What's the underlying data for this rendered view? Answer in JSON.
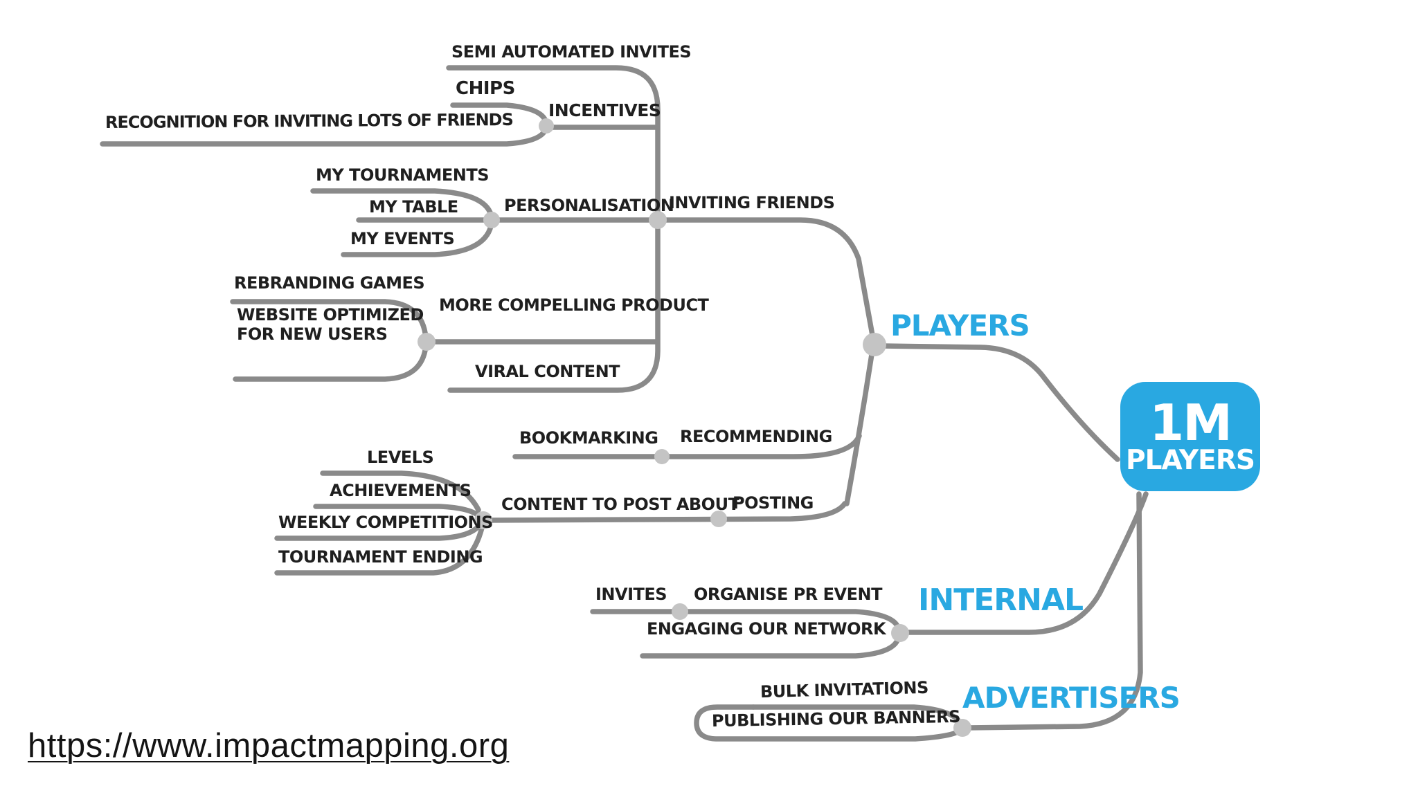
{
  "colors": {
    "accent_blue": "#29a8e1",
    "line_gray": "#8a8a8a",
    "dot_gray": "#c4c4c4",
    "ink_black": "#1f1f1f"
  },
  "goal": {
    "value": "1M",
    "label": "PLAYERS"
  },
  "branches": {
    "players": {
      "label": "PLAYERS",
      "inviting_friends": "INVITING FRIENDS",
      "incentives": "INCENTIVES",
      "semi_automated_invites": "SEMI AUTOMATED INVITES",
      "chips": "CHIPS",
      "recognition": "RECOGNITION FOR INVITING LOTS OF FRIENDS",
      "personalisation": "PERSONALISATION",
      "my_tournaments": "MY TOURNAMENTS",
      "my_table": "MY TABLE",
      "my_events": "MY EVENTS",
      "more_compelling_product": "MORE COMPELLING PRODUCT",
      "rebranding_games": "REBRANDING GAMES",
      "website_optimized": "WEBSITE OPTIMIZED FOR NEW USERS",
      "viral_content": "VIRAL CONTENT",
      "recommending": "RECOMMENDING",
      "bookmarking": "BOOKMARKING",
      "posting": "POSTING",
      "content_to_post_about": "CONTENT TO POST ABOUT",
      "levels": "LEVELS",
      "achievements": "ACHIEVEMENTS",
      "weekly_competitions": "WEEKLY COMPETITIONS",
      "tournament_ending": "TOURNAMENT ENDING"
    },
    "internal": {
      "label": "INTERNAL",
      "invites": "INVITES",
      "organise_pr_event": "ORGANISE PR EVENT",
      "engaging_our_network": "ENGAGING OUR NETWORK"
    },
    "advertisers": {
      "label": "ADVERTISERS",
      "bulk_invitations": "BULK INVITATIONS",
      "publishing_our_banners": "PUBLISHING OUR BANNERS"
    }
  },
  "footer": {
    "link": "https://www.impactmapping.org"
  }
}
